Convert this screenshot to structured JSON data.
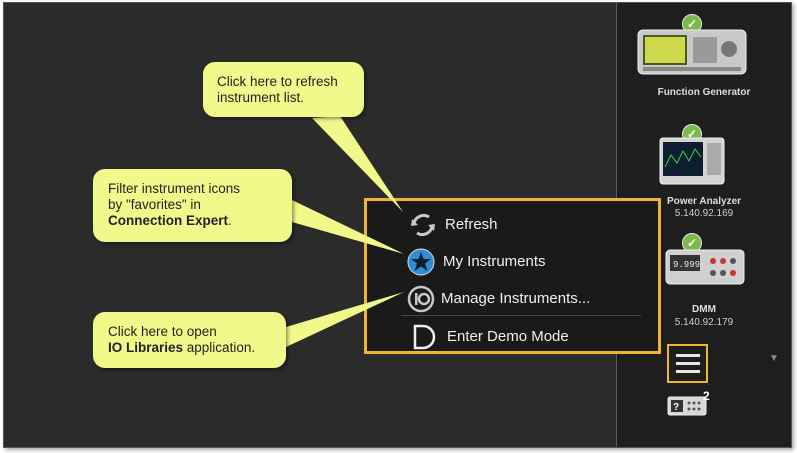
{
  "instruments": [
    {
      "name": "Function Generator",
      "address": "",
      "status": "connected",
      "icon": "function-generator-icon"
    },
    {
      "name": "Power Analyzer",
      "address": "5.140.92.169",
      "status": "connected",
      "icon": "power-analyzer-icon"
    },
    {
      "name": "DMM",
      "address": "5.140.92.179",
      "status": "connected",
      "icon": "dmm-icon"
    }
  ],
  "menu": {
    "items": [
      {
        "label": "Refresh",
        "icon": "refresh-icon"
      },
      {
        "label": "My Instruments",
        "icon": "star-icon"
      },
      {
        "label": "Manage Instruments...",
        "icon": "io-icon"
      },
      {
        "label": "Enter Demo Mode",
        "icon": "demo-mode-icon"
      }
    ]
  },
  "callouts": {
    "refresh": {
      "line1": "Click here to refresh",
      "line2": "instrument list."
    },
    "filter": {
      "line1": "Filter instrument icons",
      "line2": "by \"favorites\" in",
      "line3": "Connection Expert",
      "line3_suffix": "."
    },
    "io": {
      "line1": "Click here to open",
      "line2_bold": "IO Libraries",
      "line2_suffix": " application."
    }
  },
  "bottom": {
    "badge": "2",
    "icon": "instrument-count-icon"
  },
  "colors": {
    "accent": "#f0b430",
    "callout_bg": "#f1f98a",
    "check": "#7cb84a",
    "star_circle": "#2b8fd6"
  }
}
